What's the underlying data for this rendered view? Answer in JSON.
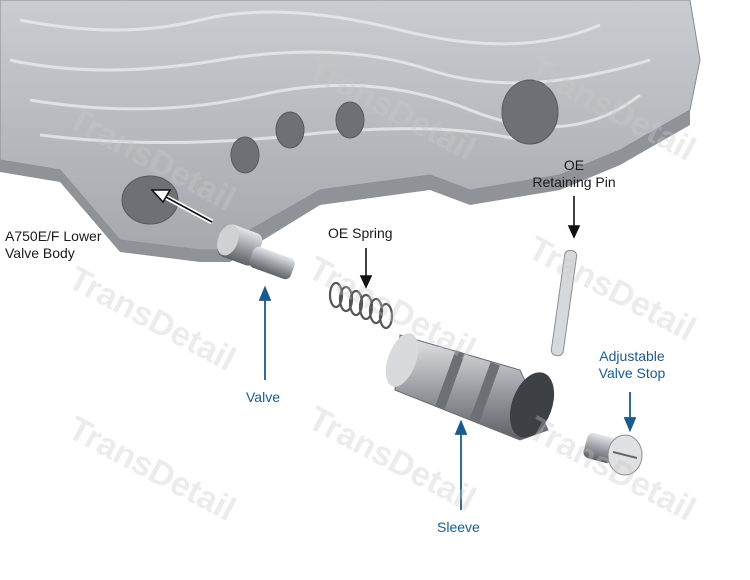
{
  "labels": {
    "valve_body": [
      "A750E/F Lower",
      "Valve Body"
    ],
    "oe_spring": "OE Spring",
    "oe_retaining_pin": [
      "OE",
      "Retaining Pin"
    ],
    "valve": "Valve",
    "adjustable_valve_stop": [
      "Adjustable",
      "Valve Stop"
    ],
    "sleeve": "Sleeve"
  },
  "watermark": "TransDetail",
  "colors": {
    "label_blue": "#1c5a8c",
    "label_dark": "#1a1a1a",
    "metal": "#b9bdc2"
  }
}
